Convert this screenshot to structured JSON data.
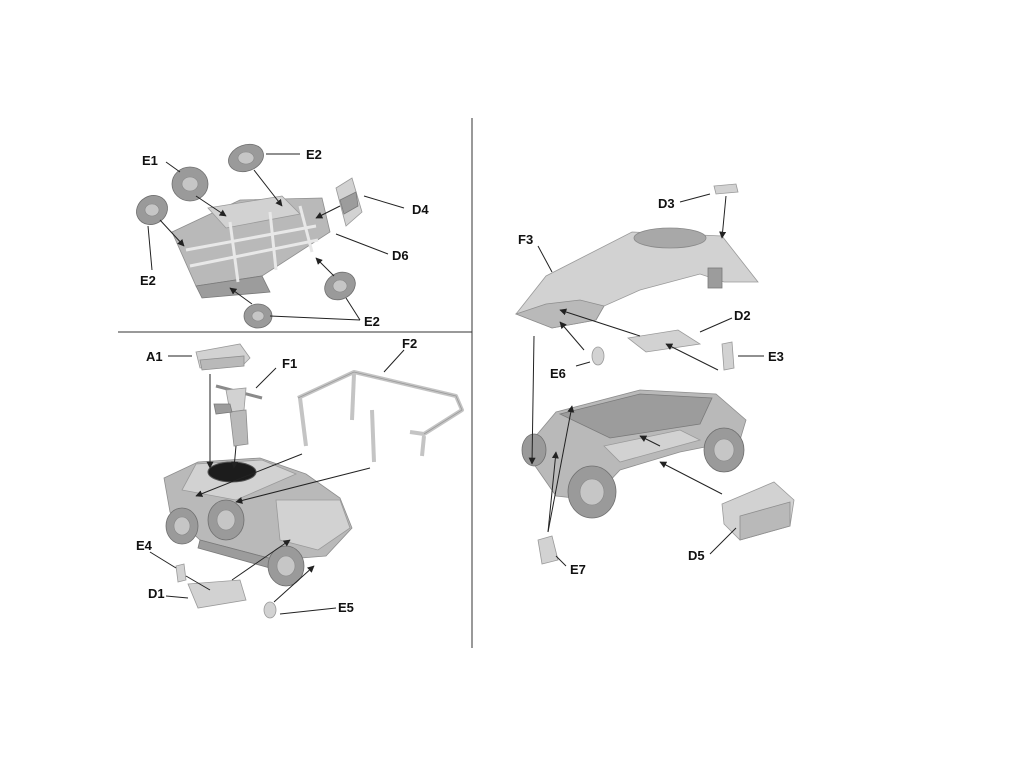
{
  "labels": {
    "e1": "E1",
    "e2_top": "E2",
    "e2_left": "E2",
    "e2_bottom": "E2",
    "d4": "D4",
    "d6": "D6",
    "a1": "A1",
    "f1": "F1",
    "f2": "F2",
    "e4": "E4",
    "d1": "D1",
    "e5": "E5",
    "d3": "D3",
    "f3": "F3",
    "d2": "D2",
    "e3": "E3",
    "e6": "E6",
    "e7": "E7",
    "d5": "D5"
  }
}
